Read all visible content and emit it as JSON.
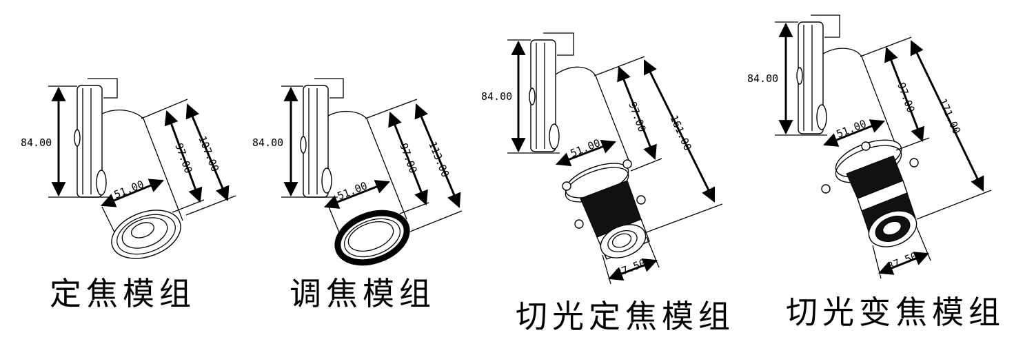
{
  "figures": [
    {
      "caption": "定焦模组",
      "dims": {
        "height": "84.00",
        "diameter": "51.00",
        "len_short": "97.00",
        "len_long": "107.00"
      }
    },
    {
      "caption": "调焦模组",
      "dims": {
        "height": "84.00",
        "diameter": "51.00",
        "len_short": "97.00",
        "len_long": "113.00"
      }
    },
    {
      "caption": "切光定焦模组",
      "dims": {
        "height": "84.00",
        "diameter": "51.00",
        "len_short": "97.00",
        "len_long": "161.00",
        "lens_diameter": "37.50"
      }
    },
    {
      "caption": "切光变焦模组",
      "dims": {
        "height": "84.00",
        "diameter": "51.00",
        "len_short": "97.00",
        "len_long": "171.00",
        "lens_diameter": "37.50"
      }
    }
  ],
  "colors": {
    "line": "#000000",
    "background": "#ffffff"
  }
}
